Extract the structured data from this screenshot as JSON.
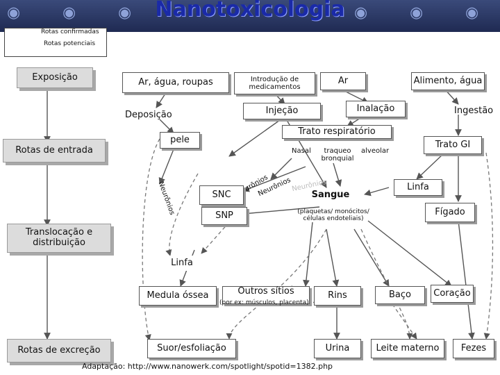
{
  "title": "Nanotoxicologia",
  "legend": {
    "confirmed": "Rotas confirmadas",
    "potential": "Rotas potenciais"
  },
  "stages": {
    "exposure": "Exposição",
    "entry": "Rotas de entrada",
    "translocation": "Translocação e distribuição",
    "excretion": "Rotas de excreção"
  },
  "nodes": {
    "clothing": "Ar, água, roupas",
    "medicine": "Introdução de medicamentos",
    "air": "Ar",
    "food": "Alimento, água",
    "deposition": "Deposição",
    "injection": "Injeção",
    "inhalation": "Inalação",
    "ingestion": "Ingestão",
    "skin": "pele",
    "respiratory": "Trato respiratório",
    "nasal": "Nasal",
    "tracheo": "traqueo bronquial",
    "alveolar": "alveolar",
    "gi": "Trato GI",
    "neurons": "Neurônios",
    "cns": "SNC",
    "pns": "SNP",
    "lymph1": "Linfa",
    "blood": "Sangue",
    "blood_detail": "(plaquetas/ monócitos/ células endoteliais)",
    "liver": "Fígado",
    "lymph2": "Linfa",
    "marrow": "Medula óssea",
    "other_sites": "Outros sítios",
    "other_sites_detail": "(por ex: músculos, placenta)",
    "kidneys": "Rins",
    "spleen": "Baço",
    "heart": "Coração",
    "sweat": "Suor/esfoliação",
    "urine": "Urina",
    "milk": "Leite materno",
    "feces": "Fezes"
  },
  "source": "Adaptação: http://www.nanowerk.com/spotlight/spotid=1382.php",
  "colors": {
    "banner": "#1f2a52",
    "title": "#1a2aa8",
    "stage_box": "#dcdcdc"
  }
}
